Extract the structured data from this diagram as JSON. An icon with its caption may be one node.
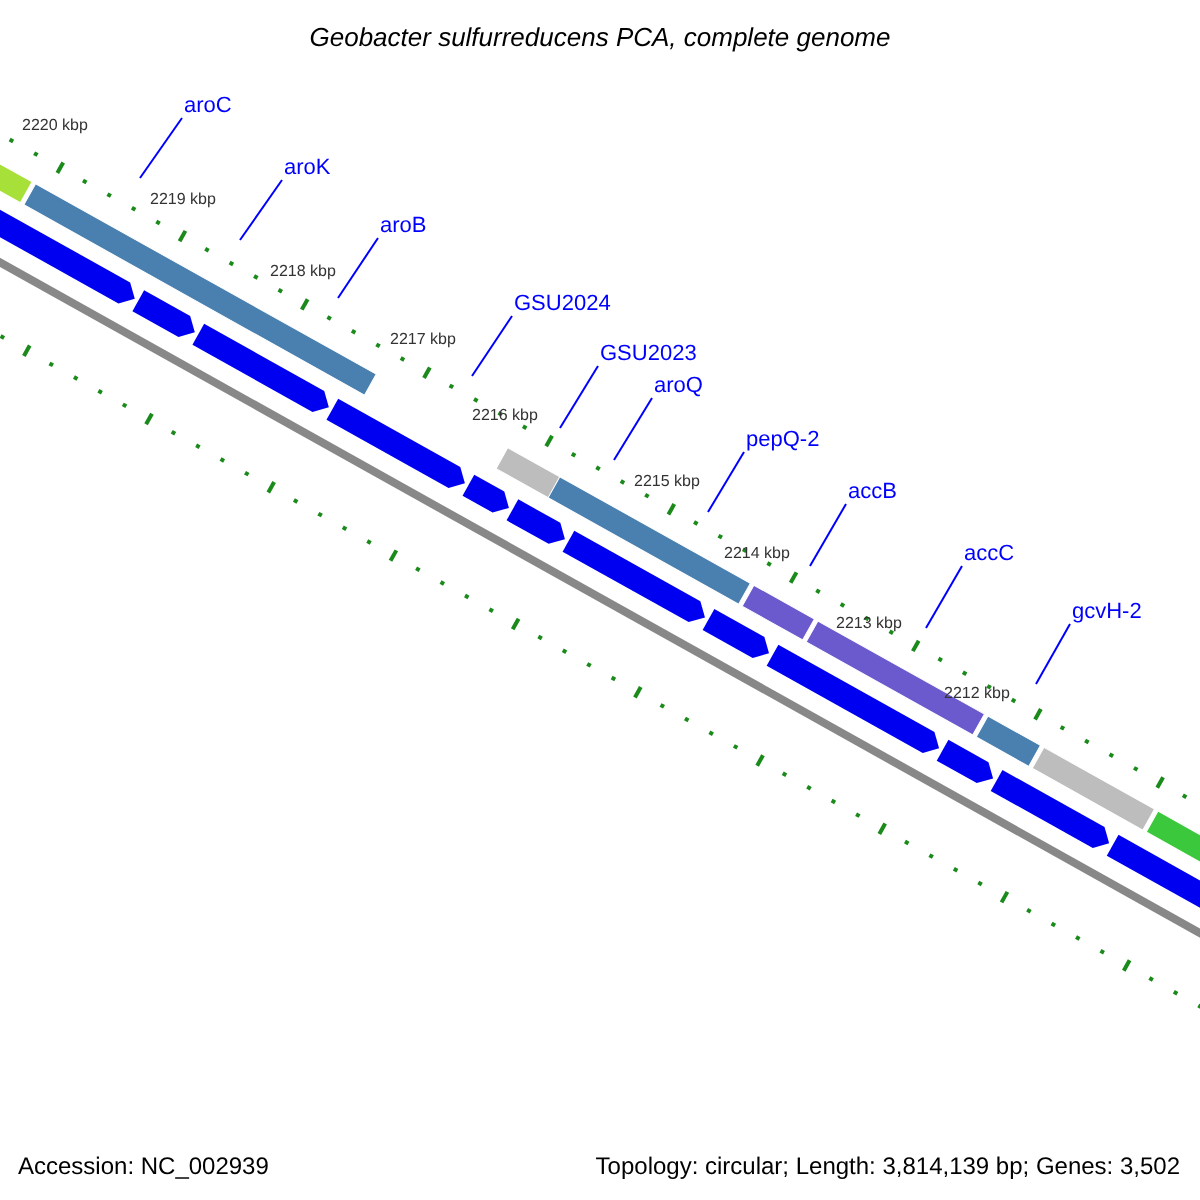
{
  "diagram": {
    "title": "Geobacter sulfurreducens PCA, complete genome",
    "nodes": [
      {
        "text": [
          "aroC"
        ]
      },
      {
        "text": [
          "aroK"
        ]
      },
      {
        "text": [
          "aroB"
        ]
      },
      {
        "text": [
          "GSU2024"
        ]
      },
      {
        "text": [
          "GSU2023"
        ]
      },
      {
        "text": [
          "aroQ"
        ]
      },
      {
        "text": [
          "pepQ-2"
        ]
      },
      {
        "text": [
          "accB"
        ]
      },
      {
        "text": [
          "accC"
        ]
      },
      {
        "text": [
          "gcvH-2"
        ]
      }
    ],
    "edges": [
      {
        "from": 0,
        "to": null,
        "arrow": "none"
      },
      {
        "from": 1,
        "to": null,
        "arrow": "none"
      },
      {
        "from": 2,
        "to": null,
        "arrow": "none"
      },
      {
        "from": 3,
        "to": null,
        "arrow": "none"
      },
      {
        "from": 4,
        "to": null,
        "arrow": "none"
      },
      {
        "from": 5,
        "to": null,
        "arrow": "none"
      },
      {
        "from": 6,
        "to": null,
        "arrow": "none"
      },
      {
        "from": 7,
        "to": null,
        "arrow": "none"
      },
      {
        "from": 8,
        "to": null,
        "arrow": "none"
      },
      {
        "from": 9,
        "to": null,
        "arrow": "none"
      }
    ],
    "labels": [
      "2220 kbp",
      "2219 kbp",
      "2218 kbp",
      "2217 kbp",
      "2216 kbp",
      "2215 kbp",
      "2214 kbp",
      "2213 kbp",
      "2212 kbp",
      "Accession: NC_002939",
      "Topology: circular; Length: 3,814,139 bp; Genes: 3,502"
    ]
  }
}
